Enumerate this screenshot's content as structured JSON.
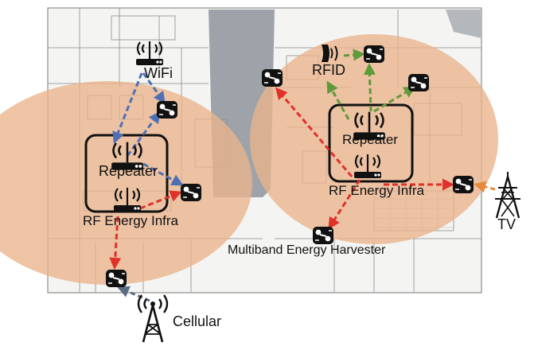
{
  "labels": {
    "wifi": "WiFi",
    "repeater_left": "Repeater",
    "rf_infra_left": "RF Energy Infra",
    "rfid": "RFID",
    "repeater_right": "Repeater",
    "rf_infra_right": "RF Energy Infra",
    "tv": "TV",
    "multiband": "Multiband Energy Harvester",
    "cellular": "Cellular"
  },
  "colors": {
    "zone_fill": "#e9b48c",
    "blue_arrow": "#4f6fb4",
    "red_arrow": "#e0312a",
    "green_arrow": "#5f9a3a",
    "orange_arrow": "#e58a3c",
    "gray_arrow": "#5c6b84",
    "concrete": "#9ea3aa",
    "icon": "#111111"
  },
  "icons": {
    "router": "wifi-router-icon",
    "tower": "transmission-tower-icon",
    "harvester": "energy-harvester-node-icon",
    "rfid_reader": "rfid-reader-icon"
  }
}
